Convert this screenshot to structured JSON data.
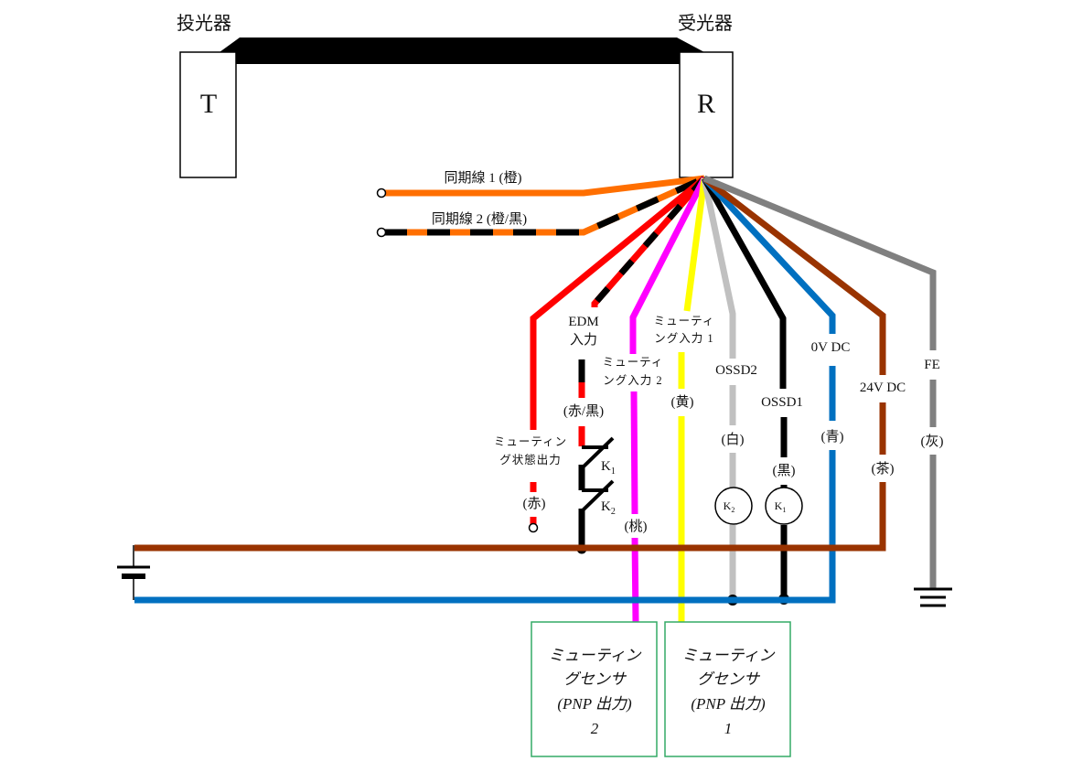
{
  "devices": {
    "transmitter": {
      "title": "投光器",
      "letter": "T"
    },
    "receiver": {
      "title": "受光器",
      "letter": "R"
    }
  },
  "colors": {
    "orange": "#ff6f00",
    "black": "#000000",
    "red": "#ff0000",
    "magenta": "#ff00ff",
    "yellow": "#ffff00",
    "white_wire": "#c0c0c0",
    "blue": "#0070c0",
    "brown": "#993300",
    "gray": "#808080",
    "sensor_border": "#33aa66"
  },
  "wires": {
    "sync1": {
      "label": "同期線 1 (橙)"
    },
    "sync2": {
      "label": "同期線 2 (橙/黒)"
    },
    "muting_status": {
      "label_line1": "ミューティン",
      "label_line2": "グ状態出力",
      "color_label": "(赤)"
    },
    "edm": {
      "label_line1": "EDM",
      "label_line2": "入力",
      "color_label": "(赤/黒)"
    },
    "muting_in2": {
      "label_line1": "ミューティ",
      "label_line2": "ング入力 2",
      "color_label": "(桃)"
    },
    "muting_in1": {
      "label_line1": "ミューティ",
      "label_line2": "ング入力 1",
      "color_label": "(黄)"
    },
    "ossd2": {
      "label": "OSSD2",
      "color_label": "(白)"
    },
    "ossd1": {
      "label": "OSSD1",
      "color_label": "(黒)"
    },
    "v0": {
      "label": "0V DC",
      "color_label": "(青)"
    },
    "v24": {
      "label": "24V DC",
      "color_label": "(茶)"
    },
    "fe": {
      "label": "FE",
      "color_label": "(灰)"
    }
  },
  "contacts": {
    "k1": "K",
    "k1_sub": "1",
    "k2": "K",
    "k2_sub": "2"
  },
  "coils": {
    "k2": "K",
    "k2_sub": "2",
    "k1": "K",
    "k1_sub": "1"
  },
  "sensors": [
    {
      "line1": "ミューティン",
      "line2": "グセンサ",
      "line3": "(PNP 出力)",
      "line4": "2"
    },
    {
      "line1": "ミューティン",
      "line2": "グセンサ",
      "line3": "(PNP 出力)",
      "line4": "1"
    }
  ]
}
